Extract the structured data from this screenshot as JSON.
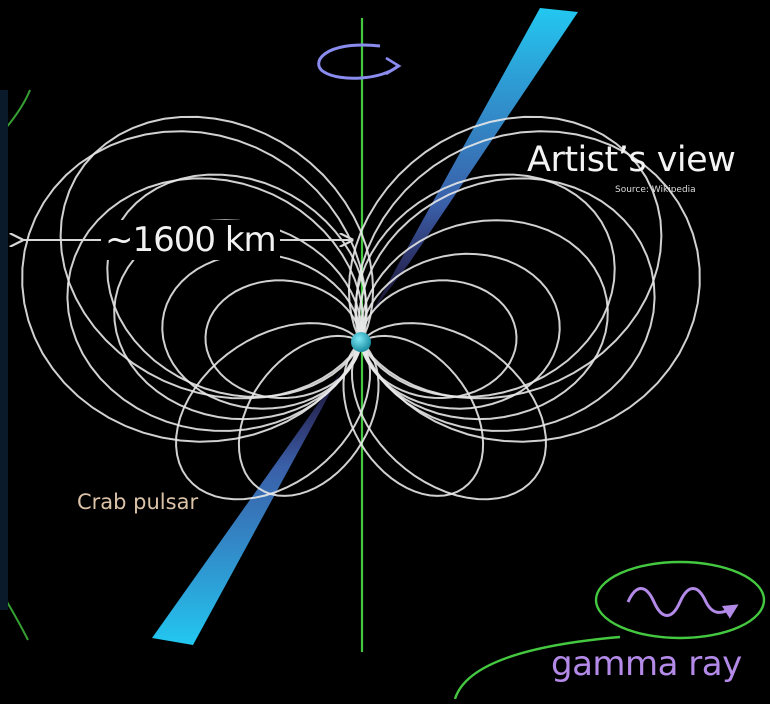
{
  "labels": {
    "title": "Artist’s view",
    "source": "Source: Wikipedia",
    "dimension": "~1600 km",
    "object": "Crab pulsar",
    "radiation": "gamma ray"
  },
  "colors": {
    "background": "#000000",
    "field_lines": "#e8e8e8",
    "rotation_axis": "#44c840",
    "beam": "#22c8f0",
    "beam_inner": "#6a5ad8",
    "star": "#1fb8cc",
    "rotation_arrow": "#8a8cf0",
    "gamma_label": "#b48ae8",
    "dimension_arrow": "#d8d8d8",
    "crab_label": "#dcc3a8",
    "green_annotation": "#44c840"
  },
  "icons": {
    "rotation": "rotation-arrow-icon",
    "wave": "wavy-arrow-icon"
  }
}
